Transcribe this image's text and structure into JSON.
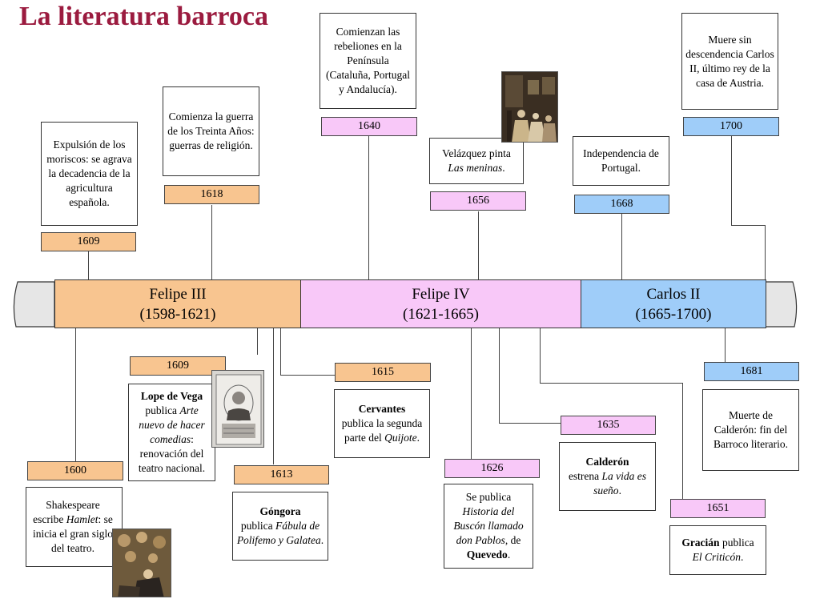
{
  "title": "La literatura barroca",
  "periods": [
    {
      "name": "Felipe III",
      "years": "(1598-1621)",
      "color": "#f8c590"
    },
    {
      "name": "Felipe IV",
      "years": "(1621-1665)",
      "color": "#f8c8f8"
    },
    {
      "name": "Carlos II",
      "years": "(1665-1700)",
      "color": "#9fcdf9"
    }
  ],
  "events_above": [
    {
      "year": "1609",
      "text": "Expulsión de los moriscos: se agrava la decadencia de la agricultura española."
    },
    {
      "year": "1618",
      "text": "Comienza la guerra de los Treinta Años: guerras de religión."
    },
    {
      "year": "1640",
      "text": "Comienzan las rebeliones en la Península (Cataluña, Portugal y Andalucía)."
    },
    {
      "year": "1656",
      "text_plain": "Velázquez pinta",
      "text_italic": "Las meninas",
      "text_end": "."
    },
    {
      "year": "1668",
      "text": "Independencia de Portugal."
    },
    {
      "year": "1700",
      "text": "Muere sin descendencia Carlos II, último rey de la casa de Austria."
    }
  ],
  "events_below": [
    {
      "year": "1600",
      "parts": [
        "Shakespeare escribe ",
        "Hamlet",
        ": se inicia el gran siglo del teatro."
      ]
    },
    {
      "year": "1609",
      "parts": [
        "Lope de Vega",
        " publica ",
        "Arte nuevo de hacer comedias",
        ": renovación del teatro nacional."
      ]
    },
    {
      "year": "1613",
      "parts": [
        "Góngora",
        " publica ",
        "Fábula de Polifemo y Galatea",
        "."
      ]
    },
    {
      "year": "1615",
      "parts": [
        "Cervantes",
        " publica la segunda parte del ",
        "Quijote",
        "."
      ]
    },
    {
      "year": "1626",
      "parts": [
        "Se publica ",
        "Historia del Buscón llamado don Pablos",
        ", de ",
        "Quevedo",
        "."
      ]
    },
    {
      "year": "1635",
      "parts": [
        "Calderón",
        " estrena ",
        "La vida es sueño",
        "."
      ]
    },
    {
      "year": "1651",
      "parts": [
        "Gracián",
        " publica ",
        "El Criticón",
        "."
      ]
    },
    {
      "year": "1681",
      "text": "Muerte de Calderón: fin del Barroco literario."
    }
  ],
  "colors": {
    "title": "#9b1b3f",
    "orange": "#f8c590",
    "pink": "#f8c8f8",
    "blue": "#9fcdf9"
  }
}
